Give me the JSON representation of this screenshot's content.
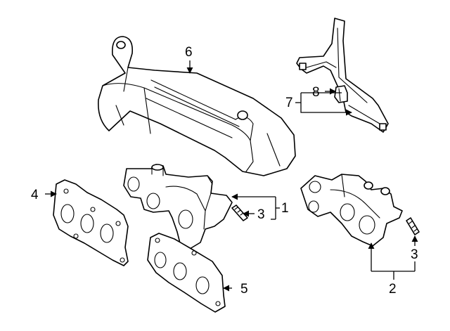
{
  "diagram": {
    "background": "#ffffff",
    "line_color": "#000000",
    "parts": [
      {
        "key": "manifold_left",
        "label": "1"
      },
      {
        "key": "manifold_right",
        "label": "2"
      },
      {
        "key": "stud_left",
        "label": "3"
      },
      {
        "key": "stud_right",
        "label": "3"
      },
      {
        "key": "gasket_left",
        "label": "4"
      },
      {
        "key": "gasket_right",
        "label": "5"
      },
      {
        "key": "heat_shield",
        "label": "6"
      },
      {
        "key": "bracket",
        "label": "7"
      },
      {
        "key": "clip",
        "label": "8"
      }
    ]
  }
}
